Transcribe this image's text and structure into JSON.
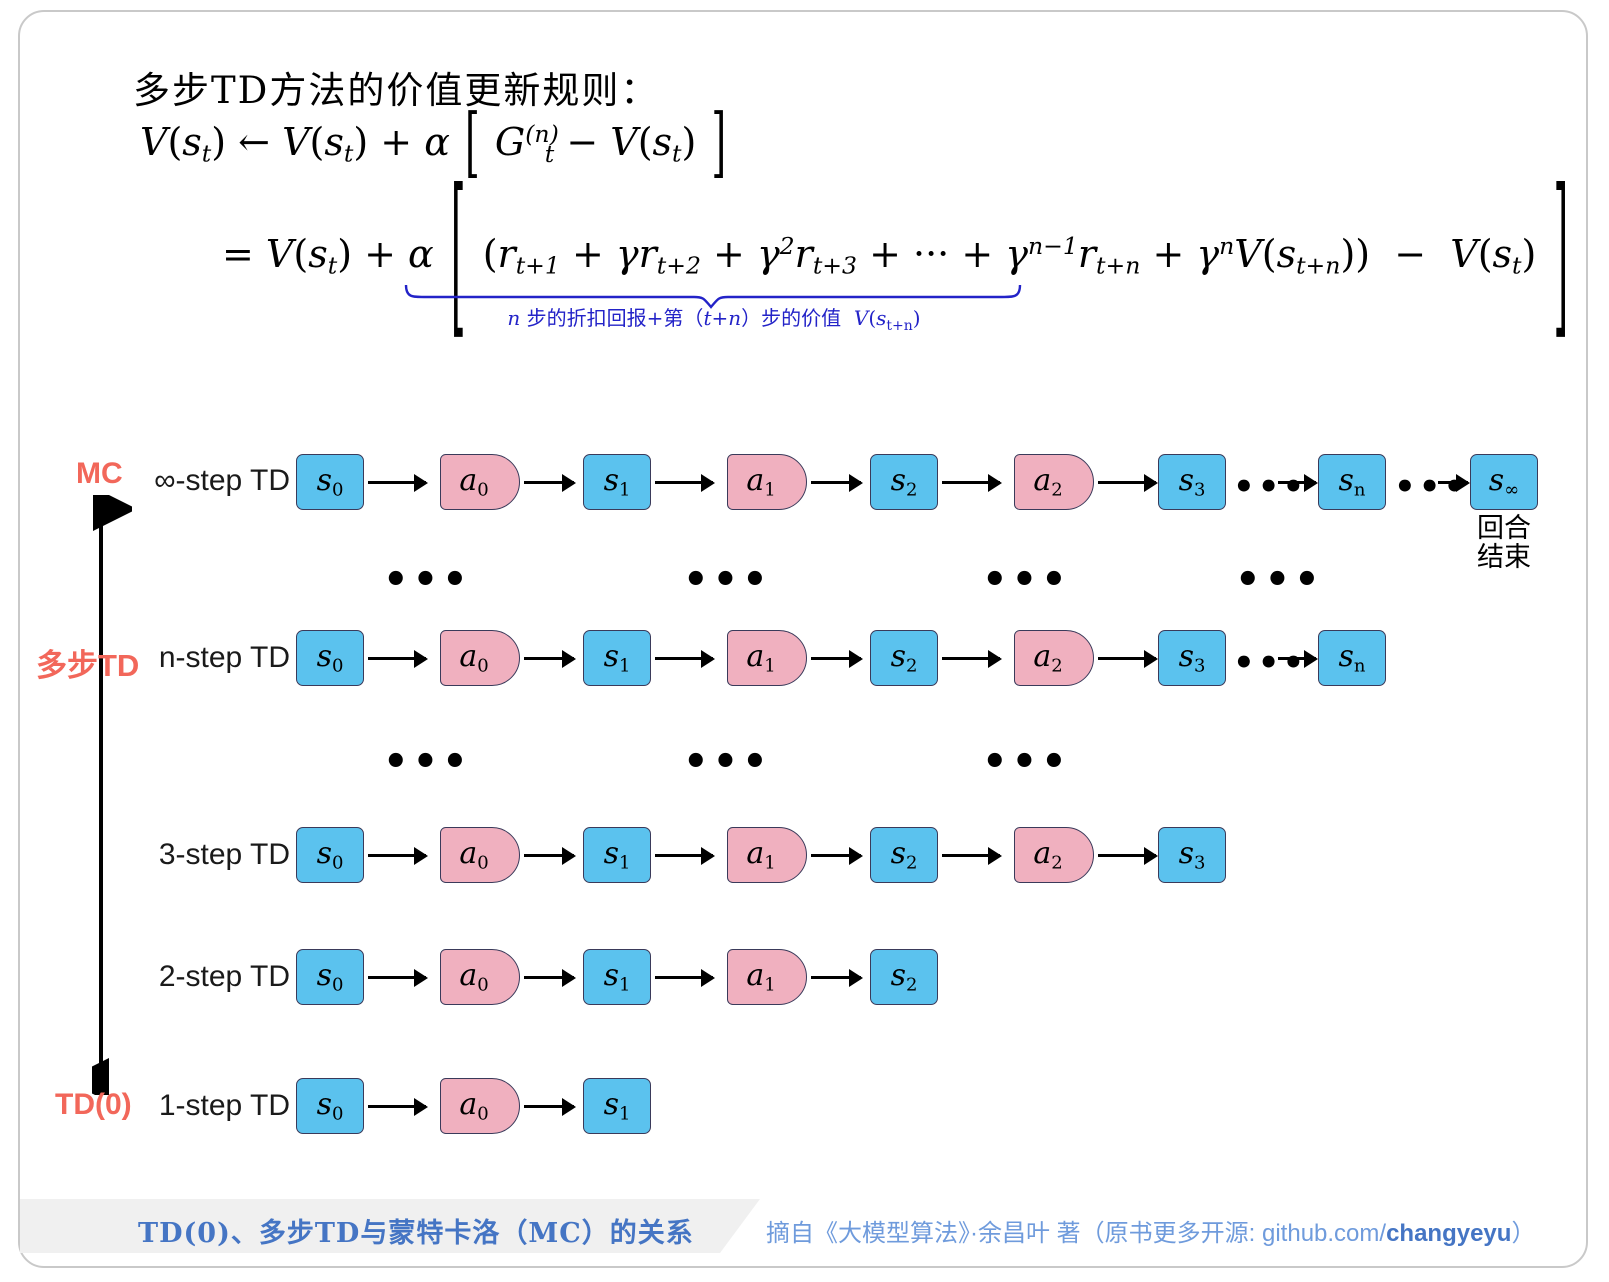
{
  "title_cn": "多步TD方法的价值更新规则：",
  "equations": {
    "line1_plain": "V(s_t) ← V(s_t) + α [ G_t^(n) − V(s_t) ]",
    "line2_plain": "= V(s_t) + α [ (r_{t+1} + γ r_{t+2} + γ^2 r_{t+3} + ⋯ + γ^{n−1} r_{t+n} + γ^n V(s_{t+n})) − V(s_t) ]",
    "brace_label": "n 步的折扣回报+第（t+n）步的价值 V(s_t+n)",
    "brace_color": "#2323c8"
  },
  "category_labels": {
    "top": "MC",
    "middle": "多步TD",
    "bottom": "TD(0)",
    "color": "#F2675A"
  },
  "rows": [
    {
      "label": "∞-step TD",
      "nodes": [
        "s_0",
        "a_0",
        "s_1",
        "a_1",
        "s_2",
        "a_2",
        "s_3",
        "s_n",
        "s_∞"
      ],
      "end_note_line1": "回合",
      "end_note_line2": "结束"
    },
    {
      "label": "n-step TD",
      "nodes": [
        "s_0",
        "a_0",
        "s_1",
        "a_1",
        "s_2",
        "a_2",
        "s_3",
        "s_n"
      ]
    },
    {
      "label": "3-step TD",
      "nodes": [
        "s_0",
        "a_0",
        "s_1",
        "a_1",
        "s_2",
        "a_2",
        "s_3"
      ]
    },
    {
      "label": "2-step TD",
      "nodes": [
        "s_0",
        "a_0",
        "s_1",
        "a_1",
        "s_2"
      ]
    },
    {
      "label": "1-step TD",
      "nodes": [
        "s_0",
        "a_0",
        "s_1"
      ]
    }
  ],
  "ellipsis_glyph": "•••",
  "colors": {
    "state_fill": "#5BC2EE",
    "action_fill": "#F0B0BF",
    "node_stroke": "#3a3a5a",
    "accent_red": "#F2675A",
    "footer_blue": "#4575C4",
    "footer_blue_light": "#6F9BDC",
    "footer_band": "#f0f0f0"
  },
  "footer": {
    "title": "TD(0)、多步TD与蒙特卡洛（MC）的关系",
    "attr_prefix": "摘自《大模型算法》·余昌叶 著（原书更多开源: github.com/",
    "attr_handle": "changyeyu",
    "attr_suffix": "）"
  }
}
